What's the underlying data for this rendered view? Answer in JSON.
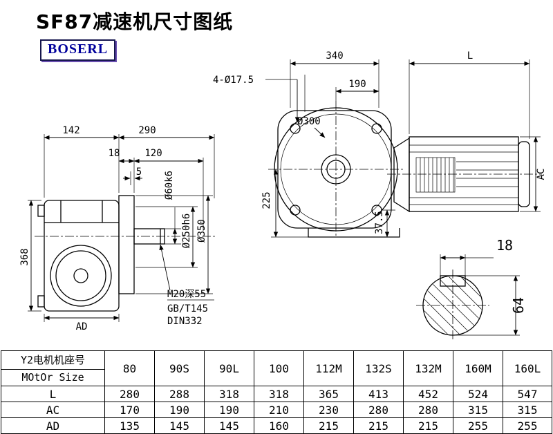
{
  "page": {
    "title": "SF87减速机尺寸图纸",
    "logo": "BOSERL"
  },
  "left_view": {
    "d142": "142",
    "d290": "290",
    "d18": "18",
    "d120": "120",
    "d5": "5",
    "d368": "368",
    "dAD": "AD",
    "dia_shaft": "Ø60k6",
    "dia_spigot": "Ø250h6",
    "dia_flange": "Ø350",
    "note1": "M20深55",
    "note2": "GB/T145",
    "note3": "DIN332"
  },
  "front_view": {
    "d340": "340",
    "dL": "L",
    "holes": "4-Ø17.5",
    "d190": "190",
    "dia300": "Ø300",
    "d225": "225",
    "d37": "37.5",
    "dAC": "AC"
  },
  "shaft_view": {
    "d18": "18",
    "d64": "64"
  },
  "table": {
    "header": {
      "line1": "Y2电机机座号",
      "line2": "MOtOr Size"
    },
    "columns": [
      "80",
      "90S",
      "90L",
      "100",
      "112M",
      "132S",
      "132M",
      "160M",
      "160L"
    ],
    "rows": [
      {
        "label": "L",
        "values": [
          "280",
          "288",
          "318",
          "318",
          "365",
          "413",
          "452",
          "524",
          "547"
        ]
      },
      {
        "label": "AC",
        "values": [
          "170",
          "190",
          "190",
          "210",
          "230",
          "280",
          "280",
          "315",
          "315"
        ]
      },
      {
        "label": "AD",
        "values": [
          "135",
          "145",
          "145",
          "160",
          "215",
          "215",
          "215",
          "255",
          "255"
        ]
      }
    ]
  },
  "colors": {
    "line": "#000000",
    "logo_text": "#00009c",
    "logo_shadow": "#6a4fb0"
  }
}
